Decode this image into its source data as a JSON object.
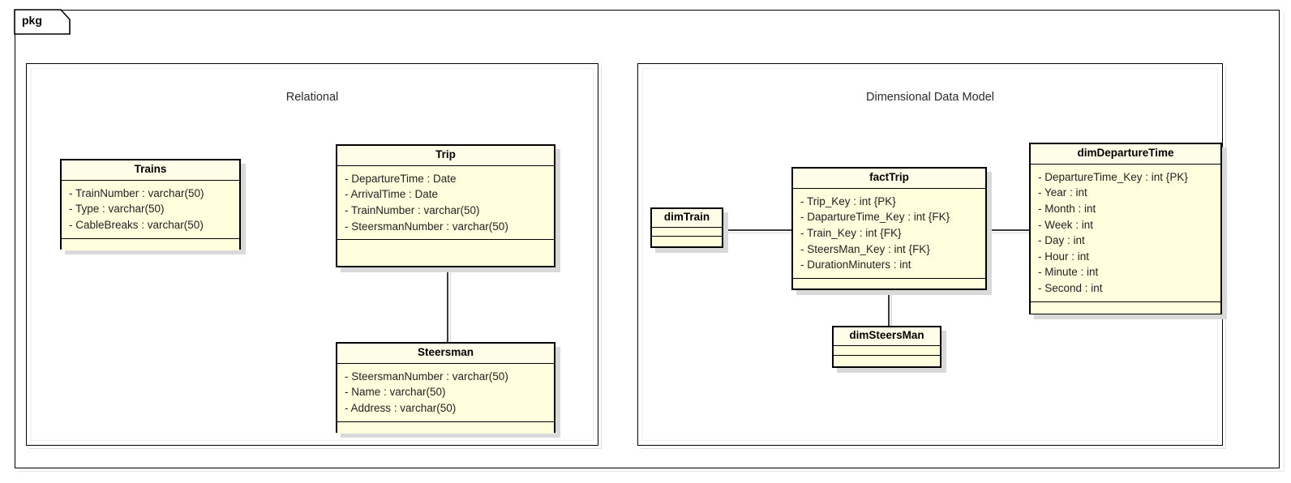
{
  "diagram": {
    "kind": "uml-package-diagram",
    "package_tab_label": "pkg",
    "background_color": "#ffffff",
    "class_fill_color": "#ffffdd",
    "class_border_color": "#000000",
    "connector_color": "#3a3a3a"
  },
  "frames": [
    {
      "id": "relational",
      "title": "Relational"
    },
    {
      "id": "dimensional",
      "title": "Dimensional Data Model"
    }
  ],
  "classes": {
    "trains": {
      "name": "Trains",
      "attributes": [
        "- TrainNumber : varchar(50)",
        "- Type : varchar(50)",
        "- CableBreaks : varchar(50)"
      ],
      "operations": []
    },
    "trip": {
      "name": "Trip",
      "attributes": [
        "- DepartureTime : Date",
        "- ArrivalTime : Date",
        "- TrainNumber : varchar(50)",
        "- SteersmanNumber : varchar(50)"
      ],
      "operations": []
    },
    "steersman": {
      "name": "Steersman",
      "attributes": [
        "- SteersmanNumber : varchar(50)",
        "- Name : varchar(50)",
        "- Address : varchar(50)"
      ],
      "operations": []
    },
    "dimtrain": {
      "name": "dimTrain",
      "attributes": [],
      "operations": []
    },
    "facttrip": {
      "name": "factTrip",
      "attributes": [
        "- Trip_Key : int {PK}",
        "- DapartureTime_Key : int {FK}",
        "- Train_Key : int {FK}",
        "- SteersMan_Key : int {FK}",
        "- DurationMinuters : int"
      ],
      "operations": []
    },
    "dimsteersman": {
      "name": "dimSteersMan",
      "attributes": [],
      "operations": []
    },
    "dimdeparturetime": {
      "name": "dimDepartureTime",
      "attributes": [
        "- DepartureTime_Key : int {PK}",
        "- Year : int",
        "- Month : int",
        "- Week : int",
        "- Day : int",
        "- Hour : int",
        "- Minute : int",
        "- Second : int"
      ],
      "operations": []
    }
  },
  "associations": [
    {
      "id": "trip-steersman",
      "from": "trip",
      "to": "steersman"
    },
    {
      "id": "dimtrain-facttrip",
      "from": "dimtrain",
      "to": "facttrip"
    },
    {
      "id": "facttrip-dimdeparturetime",
      "from": "facttrip",
      "to": "dimdeparturetime"
    },
    {
      "id": "facttrip-dimsteersman",
      "from": "facttrip",
      "to": "dimsteersman"
    }
  ]
}
